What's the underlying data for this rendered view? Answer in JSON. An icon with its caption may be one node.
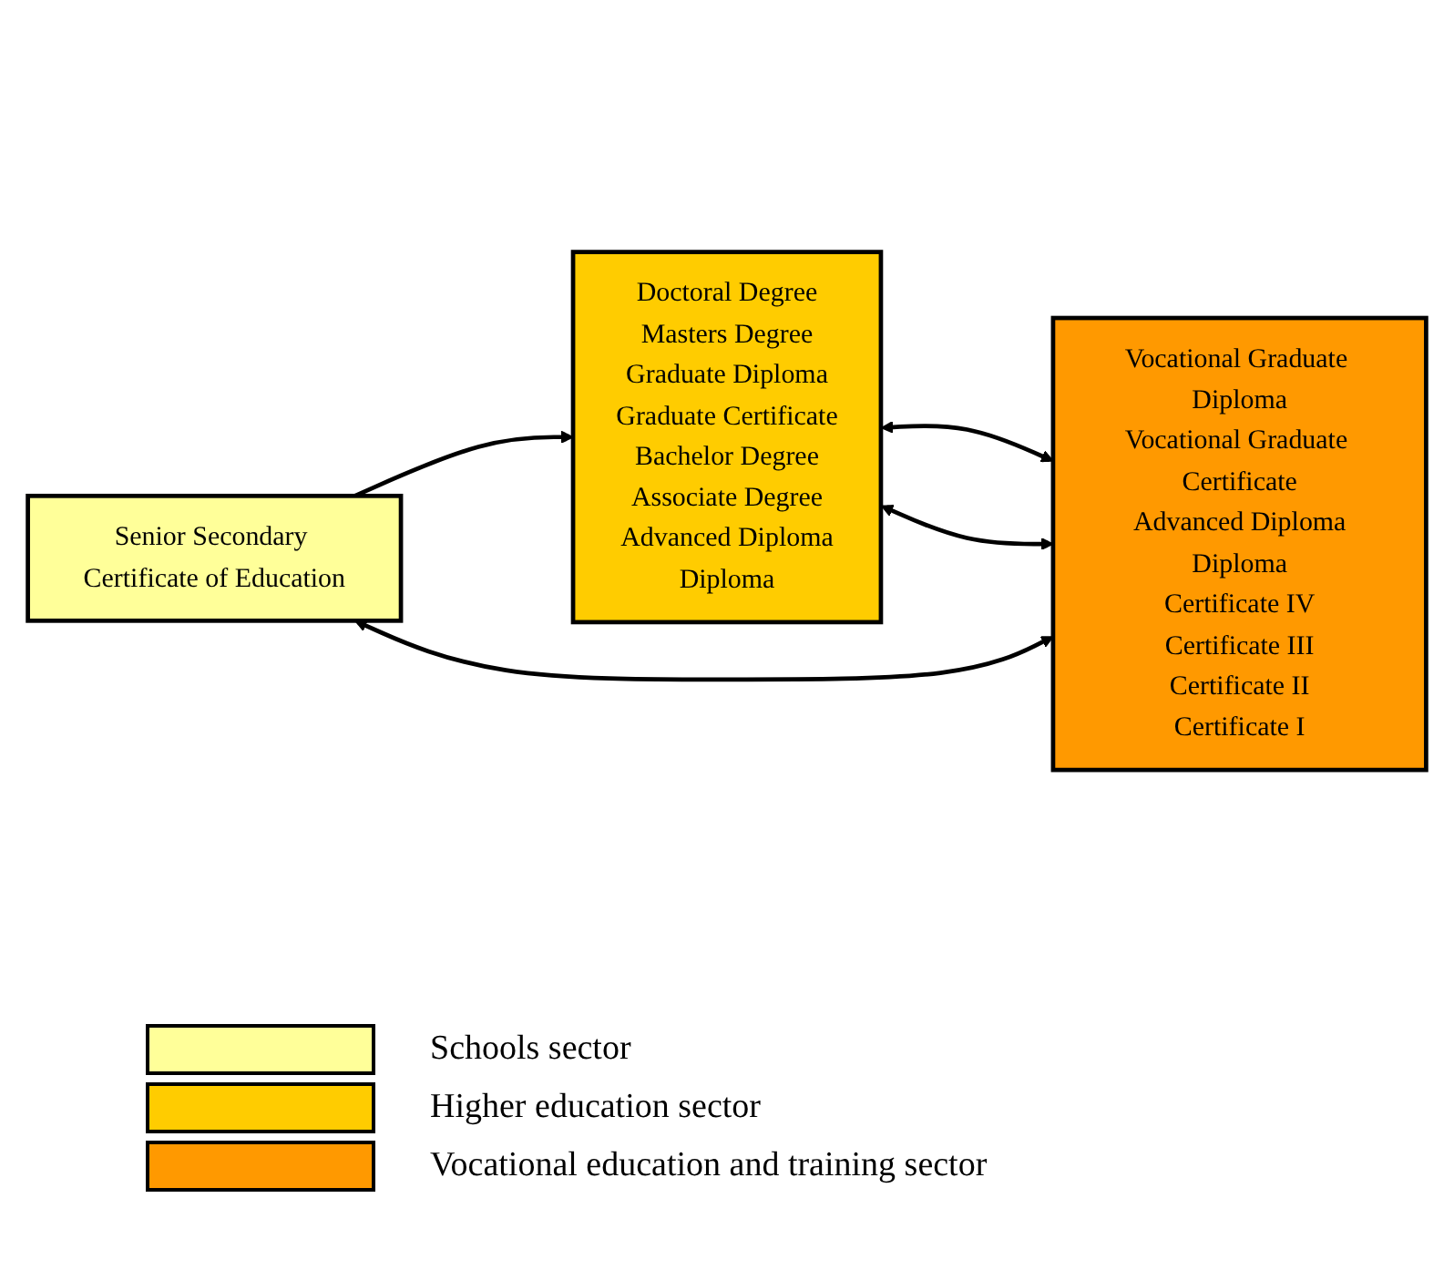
{
  "diagram": {
    "nodes": [
      {
        "text": [
          "Doctoral Degree",
          "Masters Degree",
          "Graduate Diploma",
          "Graduate Certificate",
          "Bachelor Degree",
          "Associate Degree",
          "Advanced Diploma",
          "Diploma"
        ]
      },
      {
        "text": [
          "Vocational Graduate Diploma",
          "Vocational Graduate Certificate",
          "Advanced Diploma",
          "Diploma",
          "Certificate IV",
          "Certificate III",
          "Certificate II",
          "Certificate I"
        ]
      },
      {
        "text": [
          "Senior Secondary Certificate of Education"
        ]
      }
    ],
    "edges": [
      {
        "from": 0,
        "to": 1,
        "arrow": "both"
      },
      {
        "from": 0,
        "to": 1,
        "arrow": "both"
      },
      {
        "from": 2,
        "to": 0,
        "arrow": "to"
      },
      {
        "from": 2,
        "to": 1,
        "arrow": "both"
      }
    ],
    "legend": [
      {
        "text": "Schools sector",
        "color": "#ffff99"
      },
      {
        "text": "Higher education sector",
        "color": "#ffcc00"
      },
      {
        "text": "Vocational education and training sector",
        "color": "#ff9900"
      }
    ]
  }
}
